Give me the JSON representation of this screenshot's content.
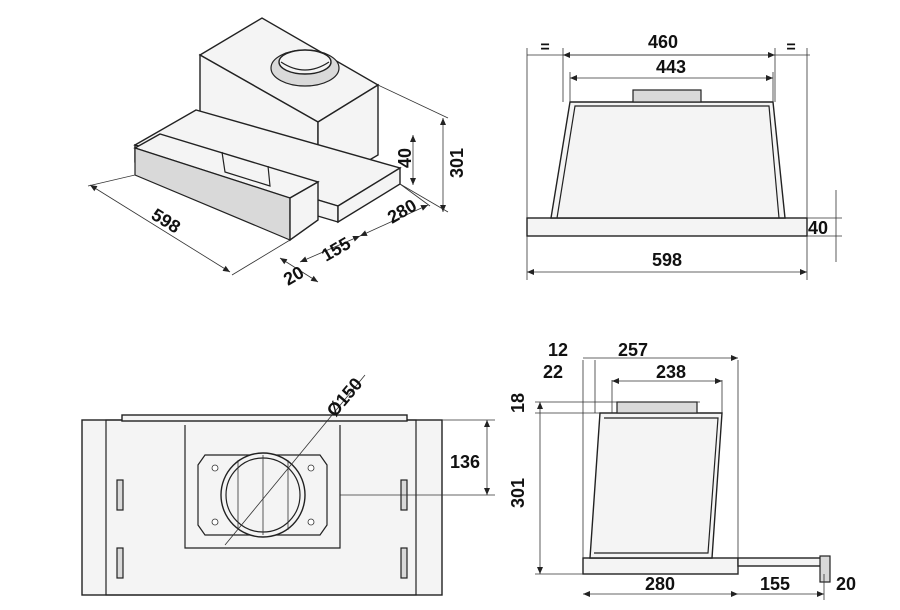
{
  "colors": {
    "line": "#222222",
    "fill": "#f4f4f4",
    "shade": "#d9d9d9",
    "background": "#ffffff"
  },
  "iso_view": {
    "width": "598",
    "depth": "280",
    "drawer": "155",
    "front": "20",
    "panel": "40",
    "height": "301"
  },
  "front_view": {
    "top_width": "460",
    "inner_width": "443",
    "width": "598",
    "panel": "40",
    "equal_left": "=",
    "equal_right": "="
  },
  "top_view": {
    "duct": "Ø150",
    "offset": "136"
  },
  "side_view": {
    "d12": "12",
    "d257": "257",
    "d22": "22",
    "d238": "238",
    "d18": "18",
    "height": "301",
    "depth": "280",
    "drawer": "155",
    "front": "20"
  }
}
